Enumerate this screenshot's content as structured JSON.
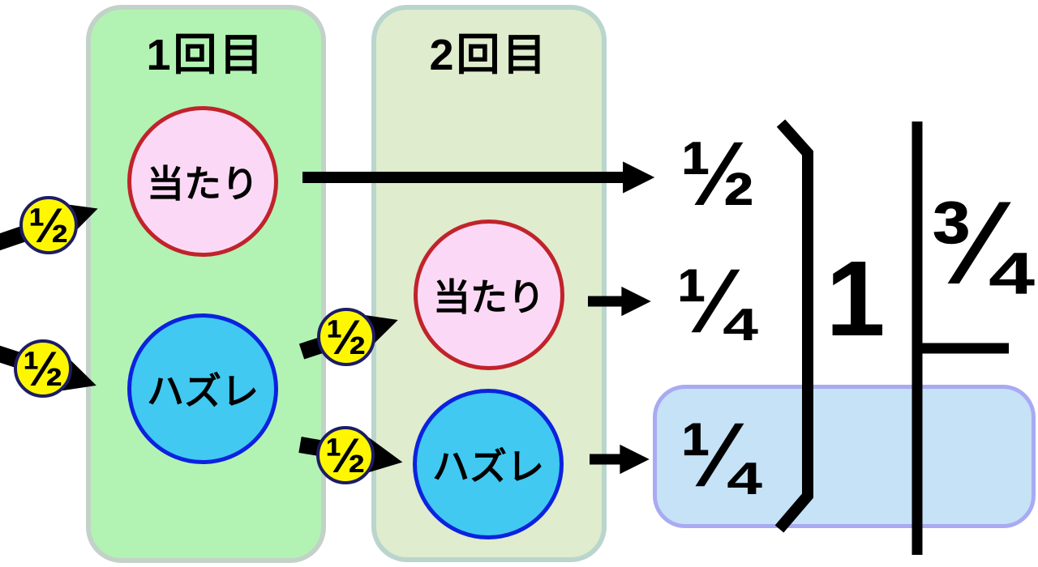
{
  "diagram": {
    "rounds": [
      {
        "header": "1回目",
        "nodes": [
          {
            "label": "当たり"
          },
          {
            "label": "ハズレ"
          }
        ]
      },
      {
        "header": "2回目",
        "nodes": [
          {
            "label": "当たり"
          },
          {
            "label": "ハズレ"
          }
        ]
      }
    ],
    "branch_probabilities": [
      {
        "label": "½"
      },
      {
        "label": "½"
      },
      {
        "label": "½"
      },
      {
        "label": "½"
      }
    ],
    "outcomes": [
      {
        "label": "½",
        "highlighted": false
      },
      {
        "label": "¼",
        "highlighted": false
      },
      {
        "label": "¼",
        "highlighted": true
      }
    ],
    "total": "1",
    "answer": "¾",
    "colors": {
      "round1_fill": "#b2f3b4",
      "round1_border": "#c3d2c8",
      "round2_fill": "#dfeccd",
      "round2_border": "#b9d5cd",
      "win_fill": "#fbd9f6",
      "win_border": "#c1232b",
      "lose_fill": "#41c9f1",
      "lose_border": "#0b22df",
      "badge_fill": "#fef700",
      "badge_border": "#1c1c64",
      "highlight_fill": "#c5e2f6",
      "highlight_border": "#a9aaf2",
      "line_color": "#000000"
    }
  }
}
